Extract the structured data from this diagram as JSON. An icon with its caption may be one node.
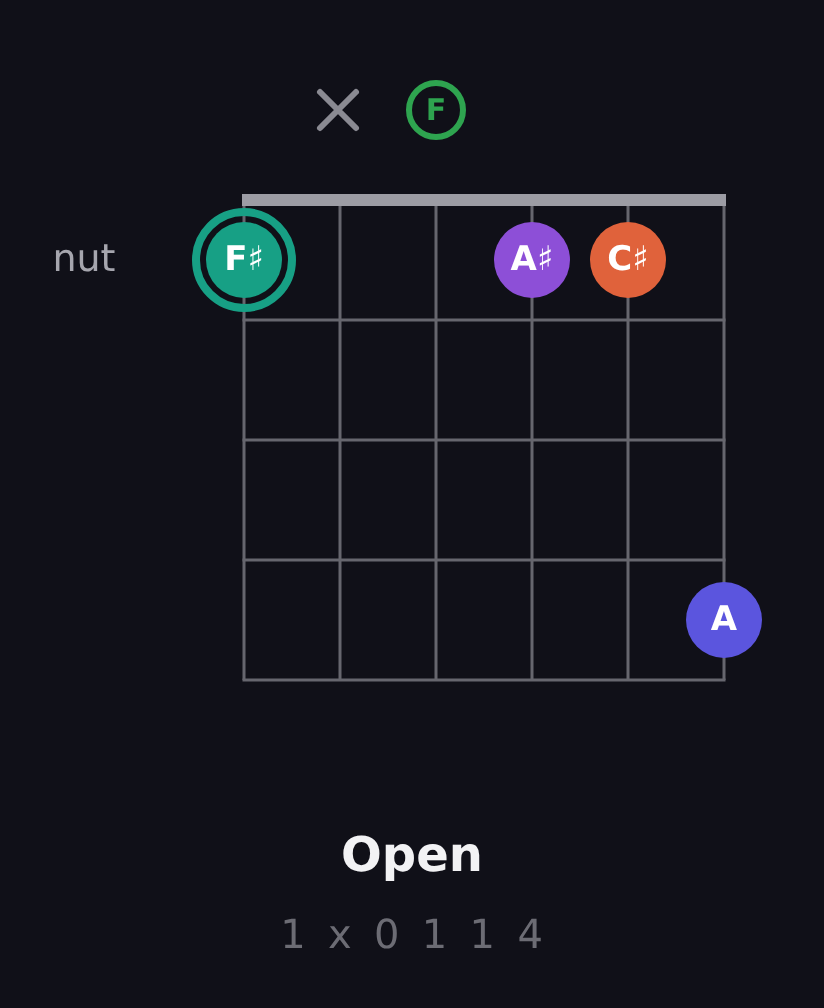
{
  "diagram": {
    "title": "Open",
    "nodes": [
      {
        "text": [
          "F"
        ]
      },
      {
        "text": [
          "F♯"
        ]
      },
      {
        "text": [
          "A♯"
        ]
      },
      {
        "text": [
          "C♯"
        ]
      },
      {
        "text": [
          "A"
        ]
      }
    ],
    "labels": [
      "nut",
      "1 x 0 1 1 4"
    ]
  }
}
